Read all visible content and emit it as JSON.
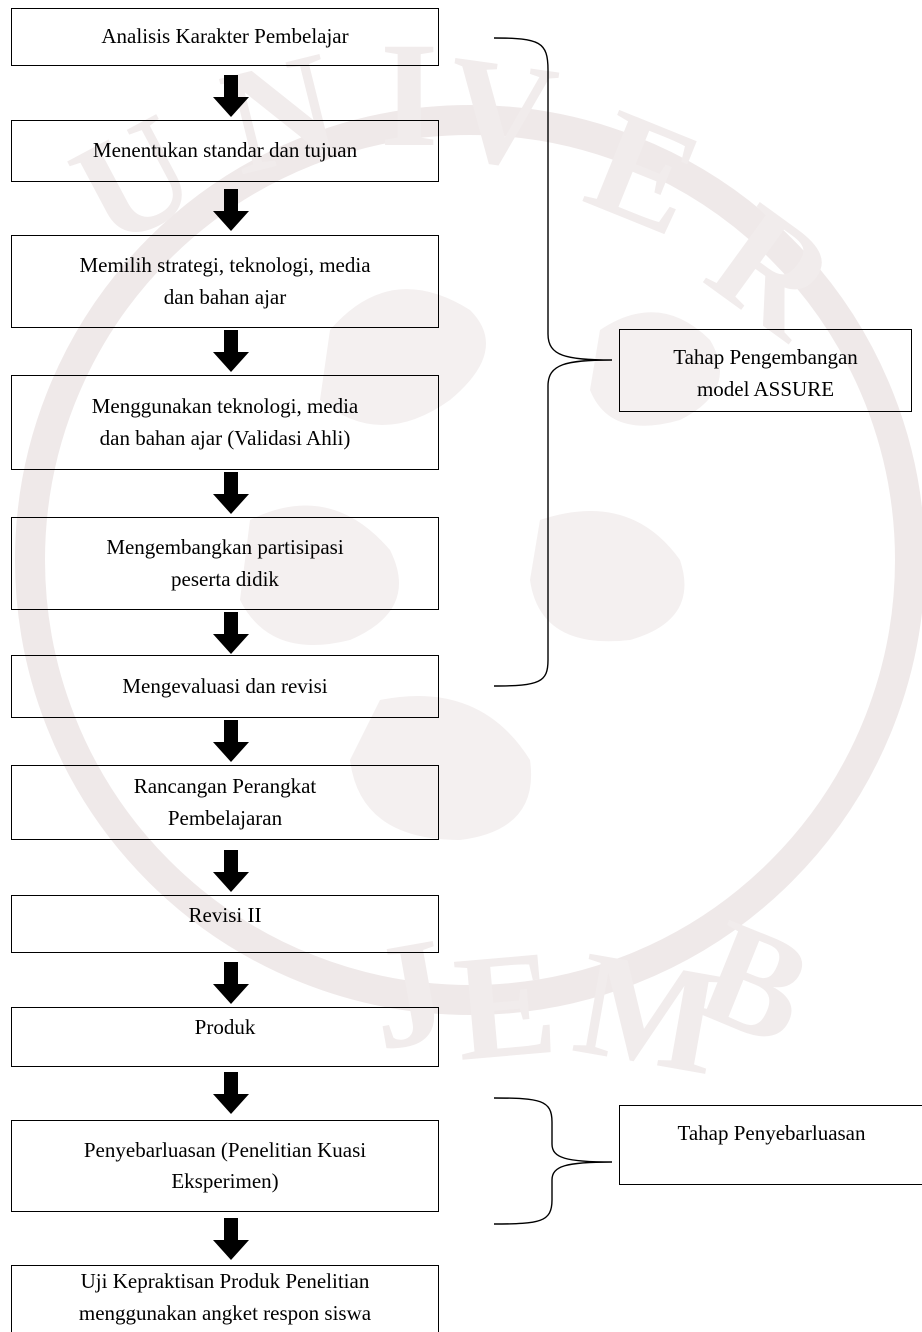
{
  "steps": [
    {
      "label": "Analisis Karakter Pembelajar"
    },
    {
      "label": "Menentukan standar dan tujuan"
    },
    {
      "line1": "Memilih strategi, teknologi, media",
      "line2": "dan bahan ajar"
    },
    {
      "line1": "Menggunakan teknologi, media",
      "line2": "dan bahan ajar (Validasi Ahli)"
    },
    {
      "line1": "Mengembangkan partisipasi",
      "line2": "peserta didik"
    },
    {
      "label": "Mengevaluasi dan revisi"
    },
    {
      "line1": "Rancangan Perangkat",
      "line2": "Pembelajaran"
    },
    {
      "label": "Revisi II"
    },
    {
      "label": "Produk"
    },
    {
      "line1": "Penyebarluasan (Penelitian Kuasi",
      "line2": "Eksperimen)"
    },
    {
      "line1": "Uji Kepraktisan Produk Penelitian",
      "line2": "menggunakan angket respon siswa"
    }
  ],
  "stages": {
    "development": {
      "line1": "Tahap Pengembangan",
      "line2": "model ASSURE"
    },
    "dissemination": {
      "label": "Tahap Penyebarluasan"
    }
  },
  "colors": {
    "line": "#000000",
    "watermark": "#f3efef"
  }
}
